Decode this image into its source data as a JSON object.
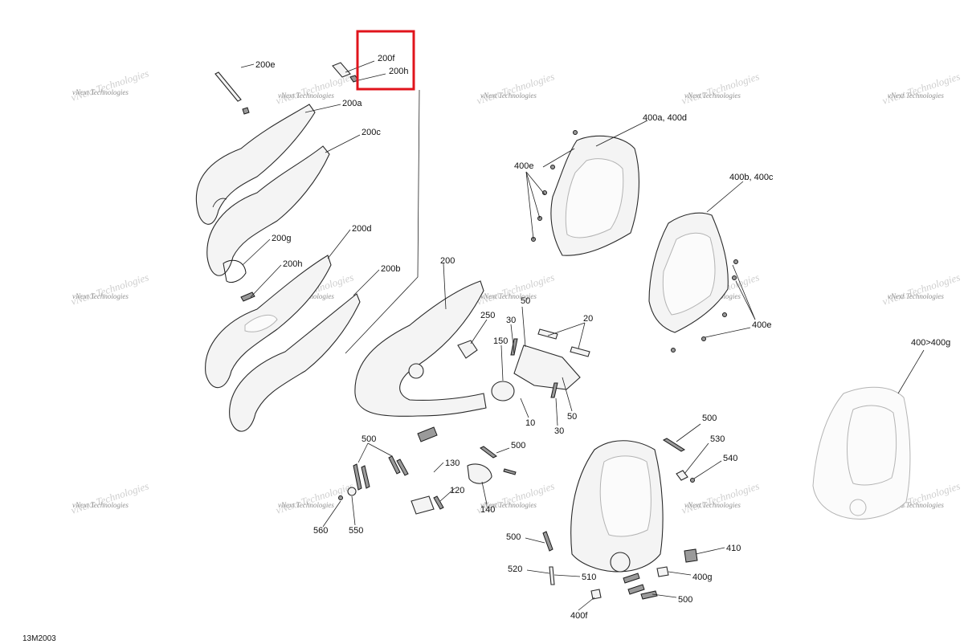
{
  "figure_code": "13M2003",
  "watermark": {
    "line1": "vNext Technologies",
    "line2": "vNext Technologies"
  },
  "callouts": {
    "c200e": "200e",
    "c200f": "200f",
    "c200h_top": "200h",
    "c200a": "200a",
    "c200c": "200c",
    "c200g": "200g",
    "c200d": "200d",
    "c200h": "200h",
    "c200b": "200b",
    "c200": "200",
    "c400ad": "400a, 400d",
    "c400e_top": "400e",
    "c400bc": "400b, 400c",
    "c400e_mid": "400e",
    "c400_400g": "400>400g",
    "c250": "250",
    "c30a": "30",
    "c50a": "50",
    "c20": "20",
    "c150": "150",
    "c10": "10",
    "c50b": "50",
    "c30b": "30",
    "c500a": "500",
    "c500b": "500",
    "c500c": "500",
    "c530": "530",
    "c540": "540",
    "c130": "130",
    "c120": "120",
    "c140": "140",
    "c560": "560",
    "c550": "550",
    "c500d": "500",
    "c410": "410",
    "c520": "520",
    "c510": "510",
    "c400g": "400g",
    "c500e": "500",
    "c400f": "400f"
  },
  "colors": {
    "highlight": "#e0141c",
    "line": "#222222"
  }
}
